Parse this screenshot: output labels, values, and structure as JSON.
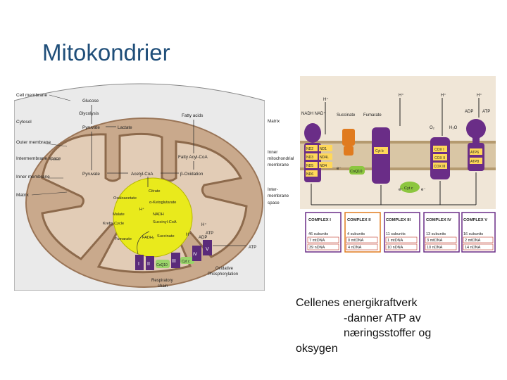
{
  "slide": {
    "title": "Mitokondrier",
    "caption": {
      "line1": "Cellenes energikraftverk",
      "line2": "-danner ATP av",
      "line3": "næringsstoffer og",
      "line4": "oksygen"
    }
  },
  "left_diagram": {
    "cell_membrane": "Cell membrane",
    "cytosol": "Cytosol",
    "outer_membrane": "Outer membrane",
    "intermembrane_space": "Intermembrane space",
    "inner_membrane": "Inner membrane",
    "matrix": "Matrix",
    "glucose": "Glucose",
    "glycolysis": "Glycolysis",
    "pyruvate_top": "Pyruvate",
    "lactate": "Lactate",
    "fatty_acids": "Fatty acids",
    "fatty_acyl_coa": "Fatty Acyl-CoA",
    "pyruvate_mid": "Pyruvate",
    "acetyl_coa": "Acetyl-CoA",
    "beta_oxidation": "β-Oxidation",
    "citrate": "Citrate",
    "oxaloacetate": "Oxaloacetate",
    "ketoglutarate": "α-Ketoglutarate",
    "malate": "Malate",
    "krebs_cycle": "Krebs Cycle",
    "nadh": "NADH",
    "succinyl_coa": "Succinyl-CoA",
    "fumarate": "Fumarate",
    "fadh2": "FADH₂",
    "succinate": "Succinate",
    "h_plus": "H⁺",
    "atp_inner": "ATP",
    "atp_out": "ATP",
    "adp": "ADP",
    "complex_i": "I",
    "complex_ii": "II",
    "complex_iii": "III",
    "complex_iv": "IV",
    "complex_v": "V",
    "coq10": "CoQ10",
    "cyt_c": "Cyt c",
    "oxidative_phosphorylation": "Oxidative Phosphorylation",
    "respiratory_chain": "Respiratory chain"
  },
  "right_diagram": {
    "h_plus": "H⁺",
    "nadh_nad": "NADH NAD⁺",
    "succinate": "Succinate",
    "fumarate": "Fumarate",
    "o2": "O₂",
    "h2o": "H₂O",
    "adp": "ADP",
    "atp": "ATP",
    "matrix": "Matrix",
    "inner_membrane": "Inner mitochondrial membrane",
    "intermembrane": "Inter-membrane space",
    "nd_labels": [
      "ND2",
      "ND1",
      "ND3",
      "ND4L",
      "ND5",
      "ND4",
      "ND6"
    ],
    "cyt_b": "Cyt b",
    "cox_labels": [
      "COX I",
      "COX II",
      "COX III"
    ],
    "atp6": "ATP6",
    "atp8": "ATP8",
    "coq10": "CoQ10",
    "cyt_c": "Cyt c",
    "e_minus": "e⁻",
    "complexes": [
      {
        "name": "COMPLEX I",
        "subunits": "46 subunits",
        "mt": "7 mtDNA",
        "n": "39 nDNA"
      },
      {
        "name": "COMPLEX II",
        "subunits": "4 subunits",
        "mt": "0 mtDNA",
        "n": "4 nDNA"
      },
      {
        "name": "COMPLEX III",
        "subunits": "11 subunits",
        "mt": "1 mtDNA",
        "n": "10 nDNA"
      },
      {
        "name": "COMPLEX IV",
        "subunits": "13 subunits",
        "mt": "3 mtDNA",
        "n": "10 nDNA"
      },
      {
        "name": "COMPLEX V",
        "subunits": "16 subunits",
        "mt": "2 mtDNA",
        "n": "14 nDNA"
      }
    ]
  }
}
